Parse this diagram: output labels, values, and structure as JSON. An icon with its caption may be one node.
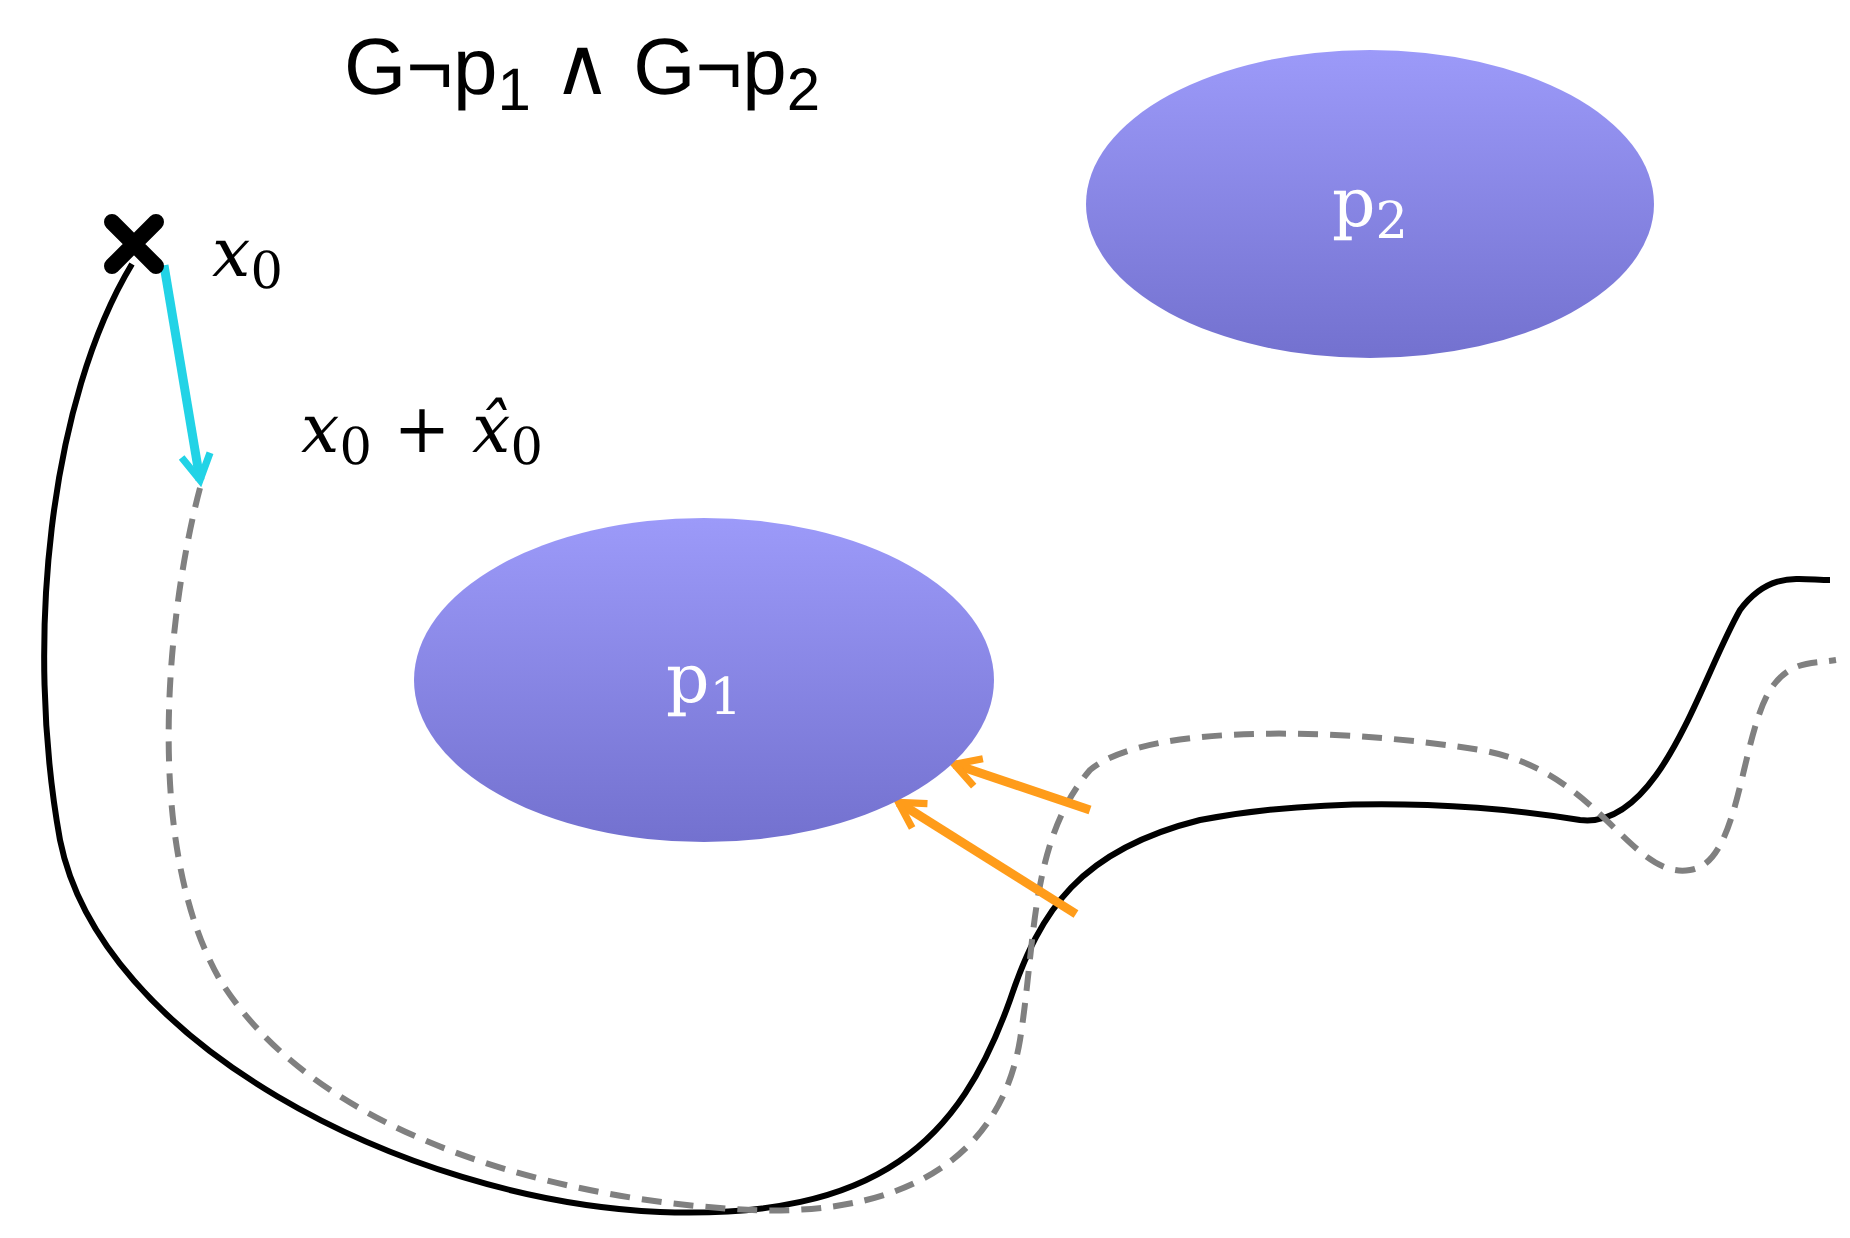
{
  "diagram": {
    "title": "G¬p$_{1}$ ∧ G¬p$_{2}$",
    "nodes": [
      {
        "text": [],
        "shape": "cross",
        "beside": [
          "*x*$_{0}$"
        ]
      },
      {
        "text": [
          "p$_{2}$"
        ]
      },
      {
        "text": [
          "*x*$_{0}$ + *x̂*$_{0}$"
        ]
      },
      {
        "text": [
          "p$_{1}$"
        ]
      }
    ],
    "edges": [
      {
        "from": 0,
        "to": 2,
        "arrow": "to",
        "color": "#22d3e6"
      },
      {
        "from": null,
        "to": 3,
        "arrow": "to",
        "color": "#ff9c1a"
      },
      {
        "from": null,
        "to": 3,
        "arrow": "to",
        "color": "#ff9c1a"
      }
    ]
  }
}
